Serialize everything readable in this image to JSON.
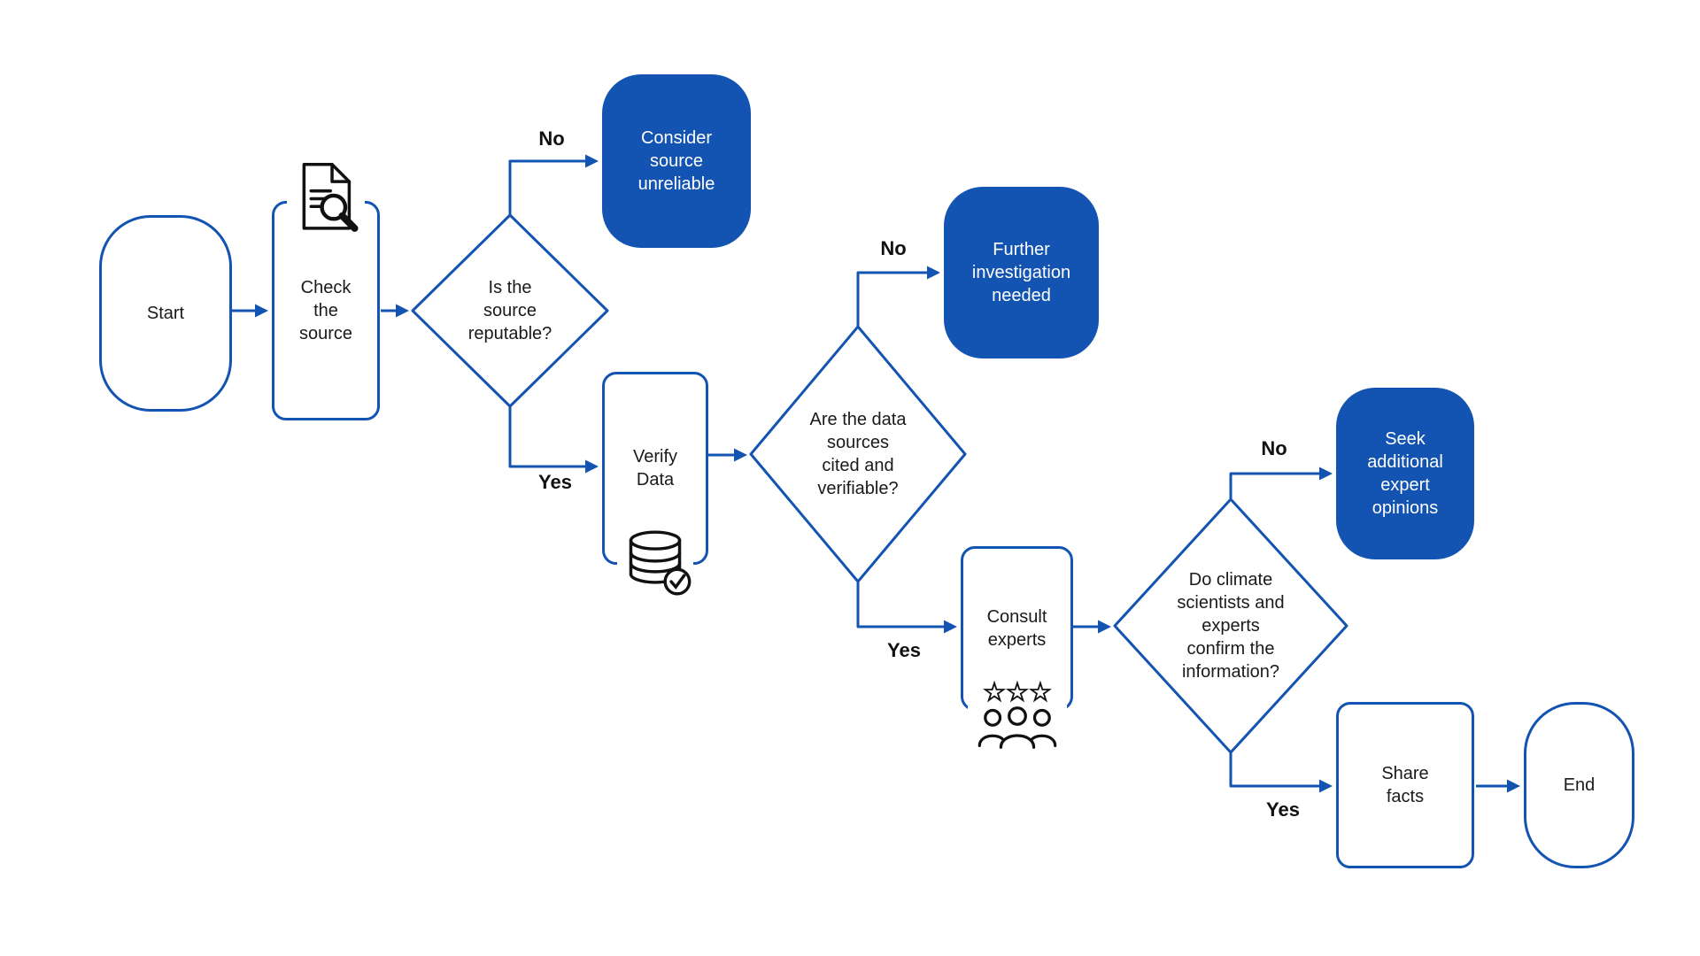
{
  "diagram": {
    "background": "#ffffff",
    "accent_color": "#1353B1",
    "text_color": "#1a1a1a",
    "nodes": {
      "start": {
        "label": "Start",
        "type": "terminator"
      },
      "check_source": {
        "label": "Check the source",
        "type": "process",
        "icon": "document-search-icon"
      },
      "source_reputable": {
        "label": "Is the source reputable?",
        "type": "decision"
      },
      "consider_unreliable": {
        "label": "Consider source unreliable",
        "type": "result"
      },
      "verify_data": {
        "label": "Verify Data",
        "type": "process",
        "icon": "database-check-icon"
      },
      "sources_cited": {
        "label": "Are the data sources cited and verifiable?",
        "type": "decision"
      },
      "further_investigation": {
        "label": "Further investigation needed",
        "type": "result"
      },
      "consult_experts": {
        "label": "Consult experts",
        "type": "process",
        "icon": "experts-icon"
      },
      "experts_confirm": {
        "label": "Do climate scientists and experts confirm the information?",
        "type": "decision"
      },
      "seek_additional": {
        "label": "Seek additional expert opinions",
        "type": "result"
      },
      "share_facts": {
        "label": "Share facts",
        "type": "process"
      },
      "end": {
        "label": "End",
        "type": "terminator"
      }
    },
    "branches": {
      "reputable_no": "No",
      "reputable_yes": "Yes",
      "cited_no": "No",
      "cited_yes": "Yes",
      "confirm_no": "No",
      "confirm_yes": "Yes"
    },
    "icon_glyphs": {
      "experts_stars": "☆☆☆"
    }
  }
}
